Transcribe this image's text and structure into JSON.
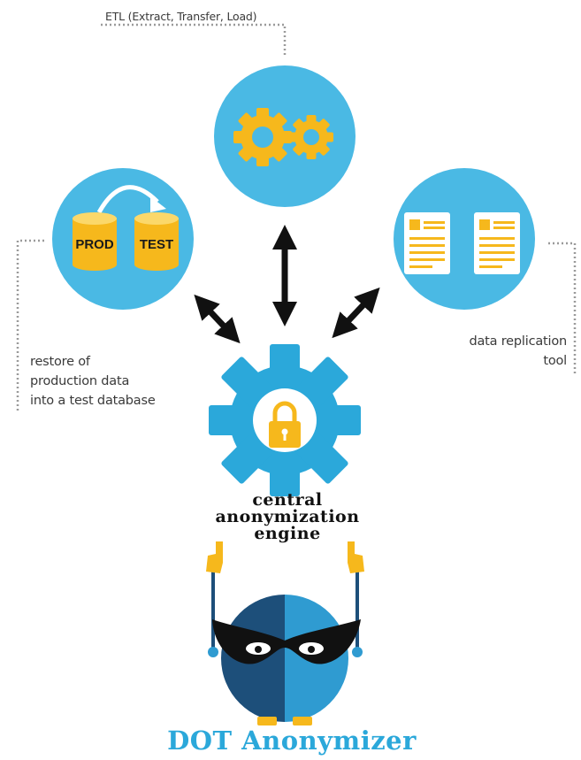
{
  "labels": {
    "etl": "ETL (Extract, Transfer, Load)",
    "restore": [
      "restore of",
      "production data",
      "into a test database"
    ],
    "replication": [
      "data replication",
      "tool"
    ],
    "engine": [
      "central",
      "anonymization",
      "engine"
    ],
    "brand": "DOT Anonymizer",
    "prod": "PROD",
    "test": "TEST"
  },
  "icons": [
    "gears-icon",
    "database-cylinders-icon",
    "documents-icon",
    "lock-icon",
    "masked-mascot"
  ],
  "colors": {
    "circle": "#4ab9e4",
    "gear": "#2ba8da",
    "accent": "#f6b81c",
    "arrow": "#111111",
    "dotted": "#999999",
    "mascot_dark": "#1d4f7a",
    "mascot_light": "#2f9bd1"
  }
}
